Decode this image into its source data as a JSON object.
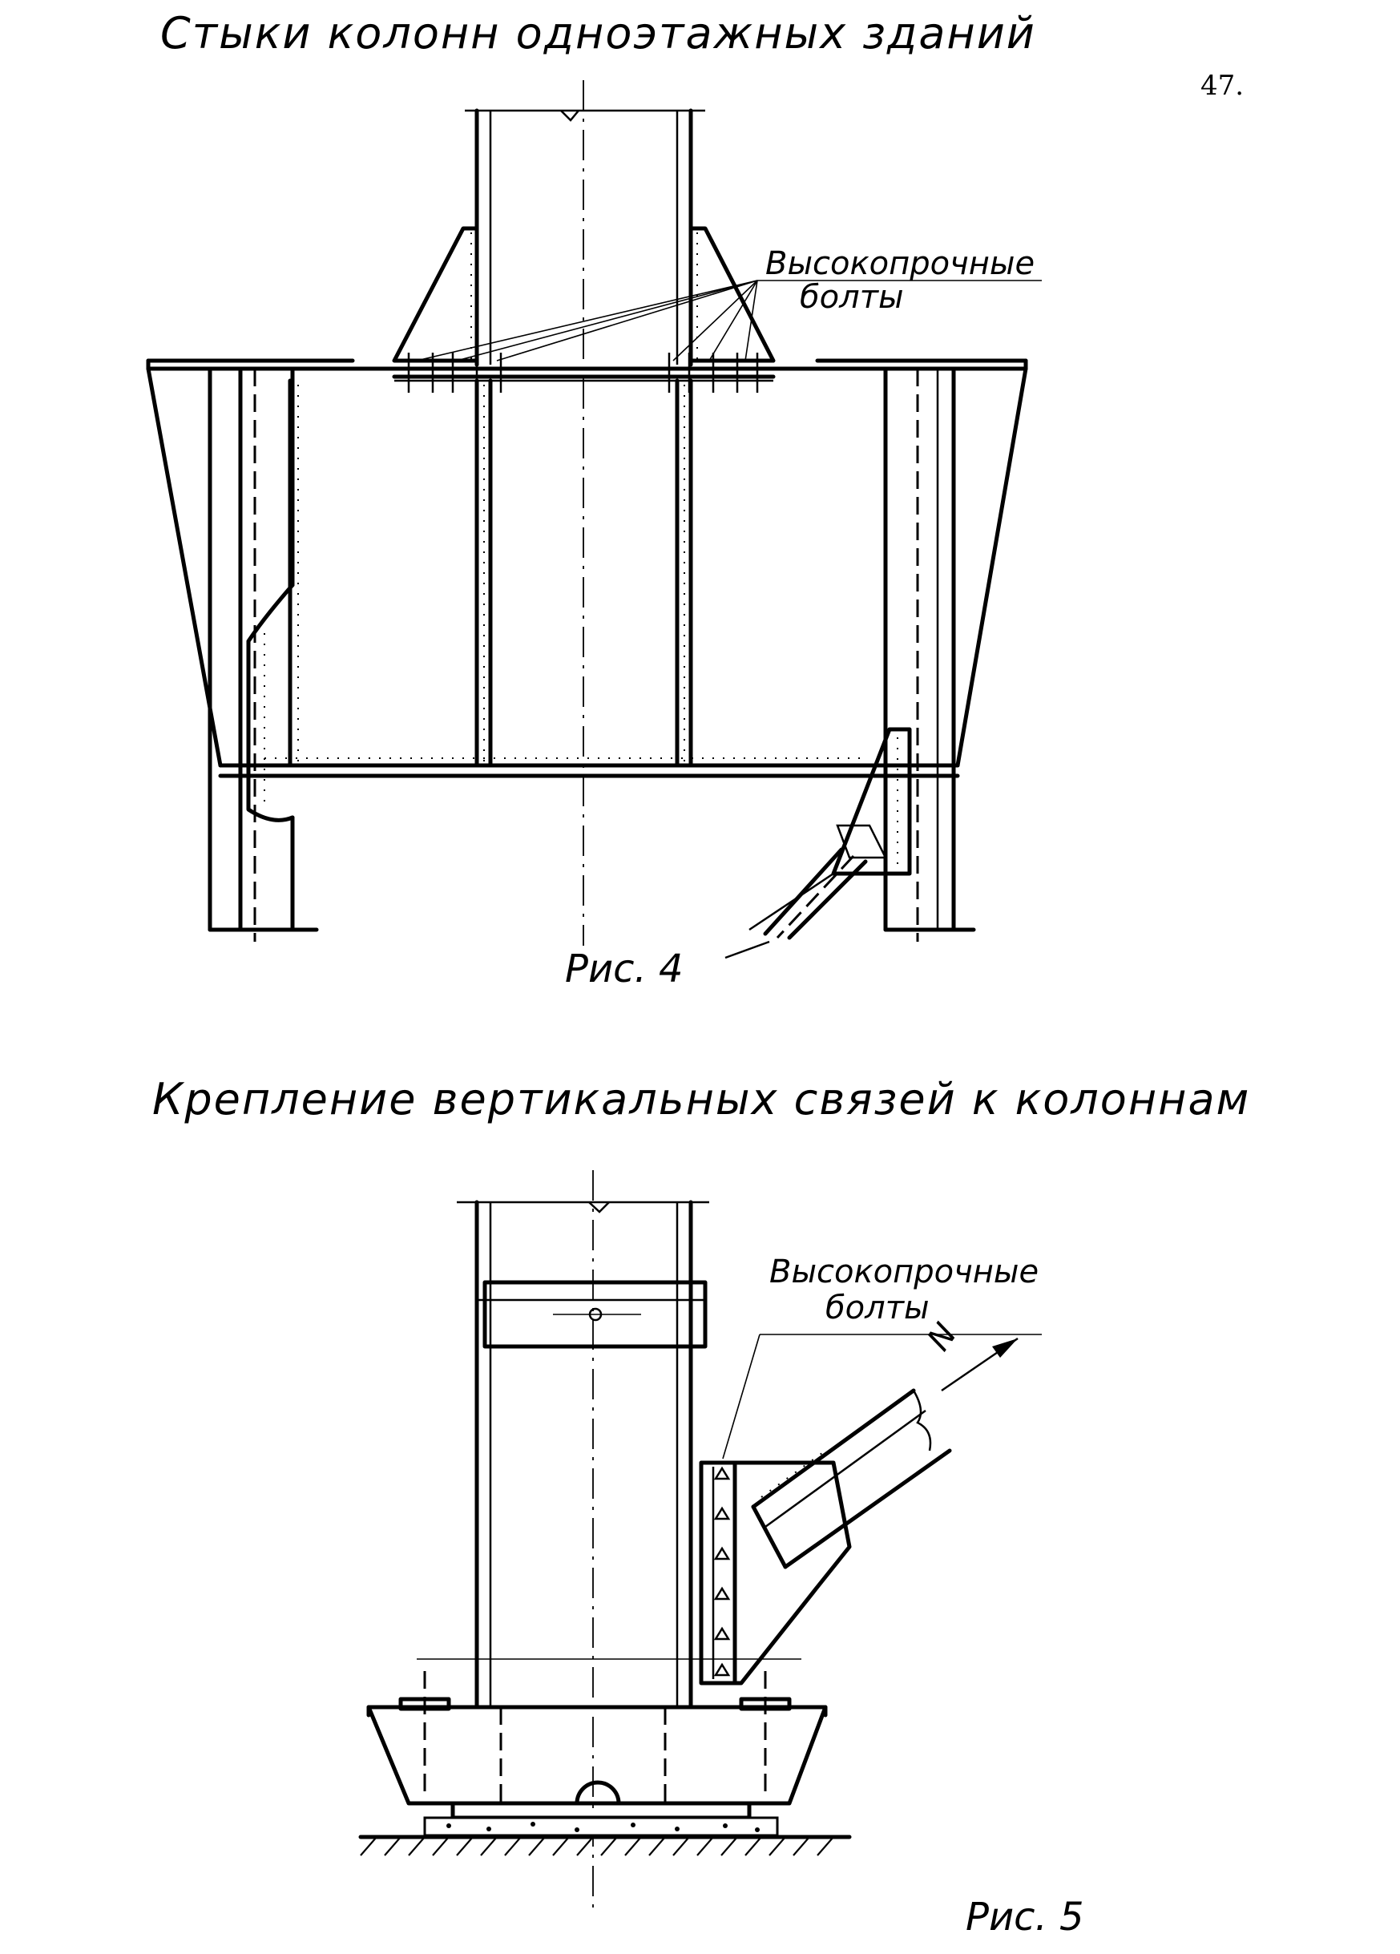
{
  "page_number": "47.",
  "figure4": {
    "title": "Стыки колонн одноэтажных зданий",
    "label_line1": "Высокопрочные",
    "label_line2": "болты",
    "caption": "Рис. 4"
  },
  "figure5": {
    "title": "Крепление вертикальных связей к колоннам",
    "label_line1": "Высокопрочные",
    "label_line2": "болты",
    "force_label": "N",
    "caption": "Рис. 5"
  }
}
